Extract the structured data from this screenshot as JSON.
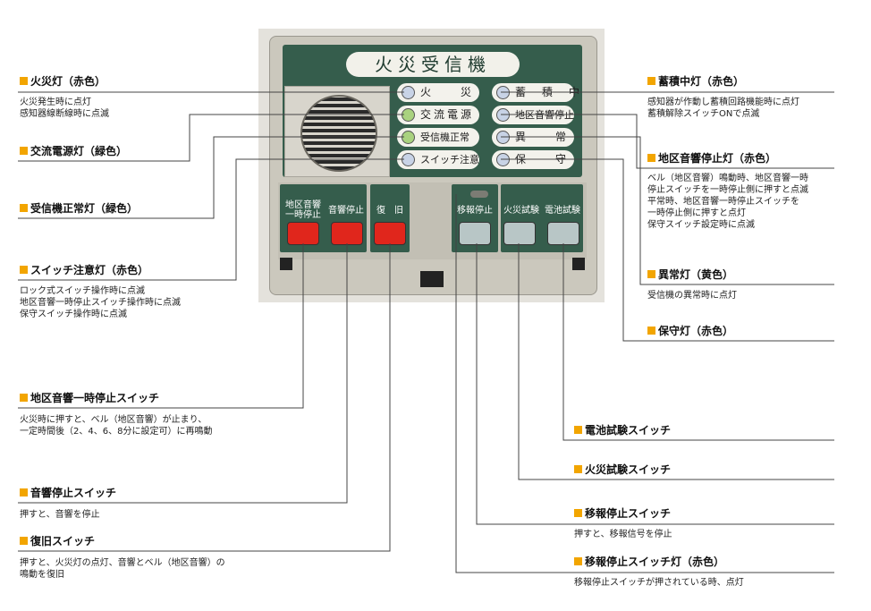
{
  "device": {
    "title": "火災受信機",
    "lamps_left": [
      {
        "text": "火　　災",
        "color": "#c8d3e6"
      },
      {
        "text": "交流電源",
        "color": "#a9d27f"
      },
      {
        "text": "受信機正常",
        "color": "#a9d27f"
      },
      {
        "text": "スイッチ注意",
        "color": "#c8d3e6"
      }
    ],
    "lamps_right": [
      {
        "text": "蓄　積　中",
        "color": "#c8d3e6"
      },
      {
        "text": "地区音響停止",
        "color": "#c8d3e6"
      },
      {
        "text": "異　　常",
        "color": "#c8d3e6"
      },
      {
        "text": "保　　守",
        "color": "#c8d3e6"
      }
    ],
    "buttons": {
      "area_stop": "地区音響\n一時停止",
      "sound_stop": "音響停止",
      "reset": "復　旧",
      "transfer_stop": "移報停止",
      "fire_test": "火災試験",
      "battery_test": "電池試験"
    }
  },
  "callouts": {
    "fire_lamp": {
      "title": "火災灯（赤色）",
      "desc": [
        "火災発生時に点灯",
        "感知器線断線時に点滅"
      ]
    },
    "ac_lamp": {
      "title": "交流電源灯（緑色）"
    },
    "normal_lamp": {
      "title": "受信機正常灯（緑色）"
    },
    "switch_lamp": {
      "title": "スイッチ注意灯（赤色）",
      "desc": [
        "ロック式スイッチ操作時に点滅",
        "地区音響一時停止スイッチ操作時に点滅",
        "保守スイッチ操作時に点滅"
      ]
    },
    "area_stop_switch": {
      "title": "地区音響一時停止スイッチ",
      "desc": [
        "火災時に押すと、ベル（地区音響）が止まり、",
        "一定時間後（2、4、6、8分に設定可）に再鳴動"
      ]
    },
    "sound_stop_switch": {
      "title": "音響停止スイッチ",
      "desc": [
        "押すと、音響を停止"
      ]
    },
    "reset_switch": {
      "title": "復旧スイッチ",
      "desc": [
        "押すと、火災灯の点灯、音響とベル（地区音響）の",
        "鳴動を復旧"
      ]
    },
    "accum_lamp": {
      "title": "蓄積中灯（赤色）",
      "desc": [
        "感知器が作動し蓄積回路機能時に点灯",
        "蓄積解除スイッチONで点滅"
      ]
    },
    "area_stop_lamp": {
      "title": "地区音響停止灯（赤色）",
      "desc": [
        "ベル（地区音響）鳴動時、地区音響一時",
        "停止スイッチを一時停止側に押すと点滅",
        "平常時、地区音響一時停止スイッチを",
        "一時停止側に押すと点灯",
        "保守スイッチ設定時に点滅"
      ]
    },
    "fault_lamp": {
      "title": "異常灯（黄色）",
      "desc": [
        "受信機の異常時に点灯"
      ]
    },
    "maint_lamp": {
      "title": "保守灯（赤色）"
    },
    "battery_test_switch": {
      "title": "電池試験スイッチ"
    },
    "fire_test_switch": {
      "title": "火災試験スイッチ"
    },
    "transfer_stop_switch": {
      "title": "移報停止スイッチ",
      "desc": [
        "押すと、移報信号を停止"
      ]
    },
    "transfer_stop_lamp": {
      "title": "移報停止スイッチ灯（赤色）",
      "desc": [
        "移報停止スイッチが押されている時、点灯"
      ]
    }
  }
}
